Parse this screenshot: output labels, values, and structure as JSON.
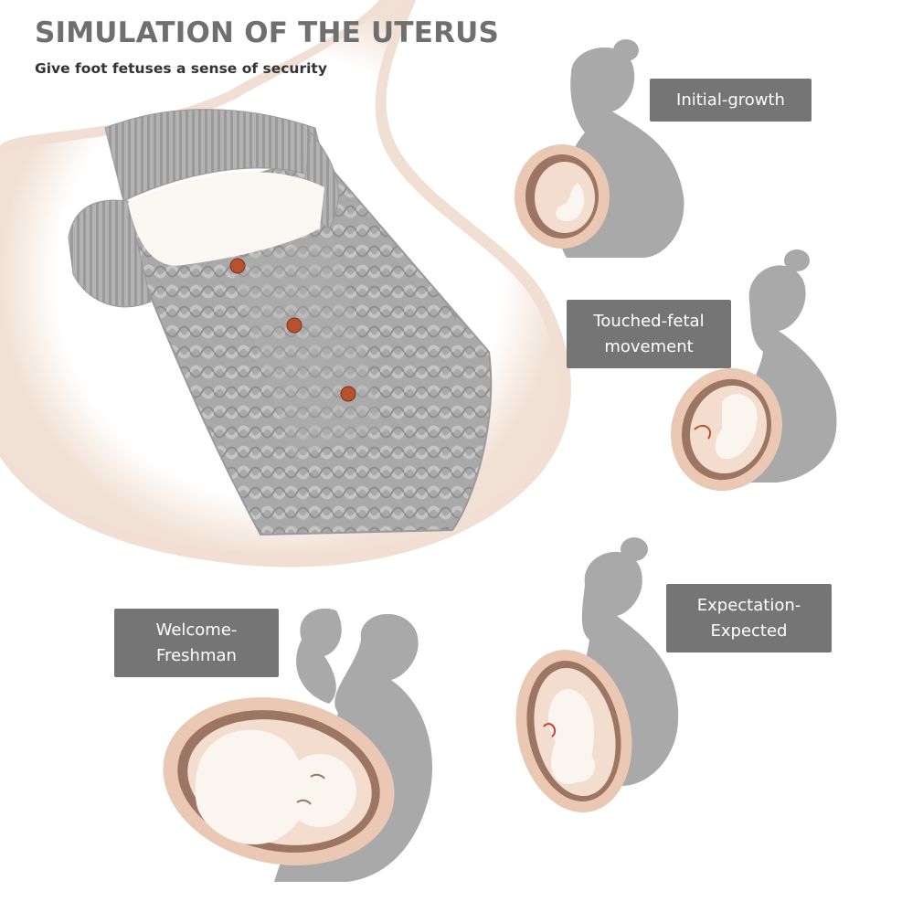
{
  "header": {
    "title": "SIMULATION OF THE UTERUS",
    "subtitle": "Give foot fetuses a sense of security"
  },
  "stages": [
    {
      "id": "initial",
      "lines": [
        "Initial-growth"
      ]
    },
    {
      "id": "touched",
      "lines": [
        "Touched-fetal",
        "movement"
      ]
    },
    {
      "id": "expect",
      "lines": [
        "Expectation-",
        "Expected"
      ]
    },
    {
      "id": "welcome",
      "lines": [
        "Welcome-",
        "Freshman"
      ]
    }
  ],
  "colors": {
    "label_bg": "#757575",
    "silhouette": "#a9a9a9",
    "uterus_outer": "#eac8b4",
    "uterus_wall": "#9c7662",
    "uterus_inner": "#f3ddcf",
    "fetus": "#fbf5ef",
    "knit": "#a8a8a8",
    "button": "#b8522c"
  }
}
